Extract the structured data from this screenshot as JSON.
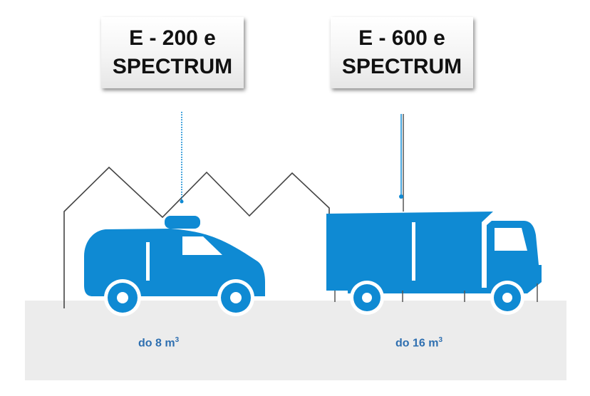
{
  "colors": {
    "vehicle": "#0f8ad3",
    "ground": "#ececec",
    "outline": "#444444",
    "text_blue": "#2e6fb0"
  },
  "products": [
    {
      "name_line1": "E - 200 e",
      "name_line2": "SPECTRUM",
      "capacity_text": "do 8 m",
      "capacity_unit_exp": "3",
      "vehicle_icon": "van-icon"
    },
    {
      "name_line1": "E - 600 e",
      "name_line2": "SPECTRUM",
      "capacity_text": "do 16 m",
      "capacity_unit_exp": "3",
      "vehicle_icon": "truck-icon"
    }
  ]
}
